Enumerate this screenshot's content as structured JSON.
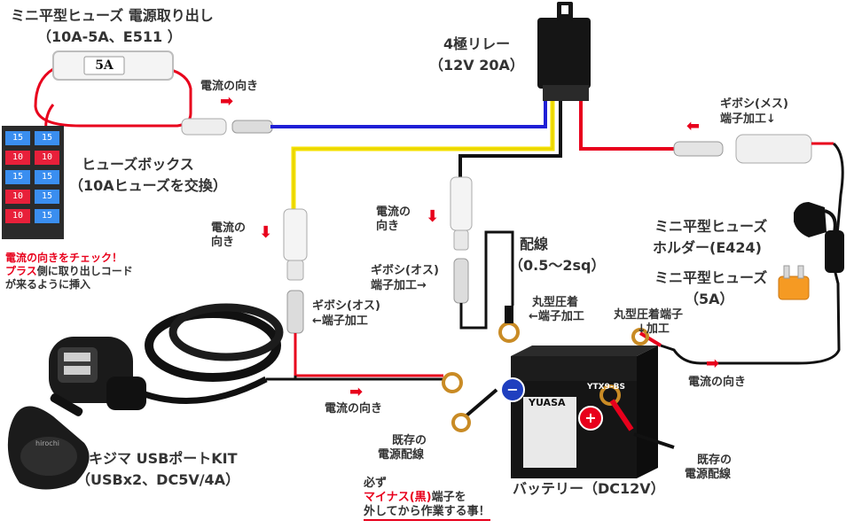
{
  "fuse_tap": {
    "title": "ミニ平型ヒューズ 電源取り出し",
    "spec": "（10A-5A、E511 ）",
    "fuse_label": "5A"
  },
  "relay": {
    "title": "4極リレー",
    "spec": "（12V 20A）"
  },
  "fuse_box": {
    "title": "ヒューズボックス",
    "spec": "（10Aヒューズを交換）",
    "slot_labels": [
      "15",
      "10",
      "15",
      "10",
      "10",
      "15",
      "10",
      "15",
      "15",
      "15"
    ]
  },
  "fuse_box_note": {
    "line1": "電流の向きをチェック！",
    "line2_em": "プラス",
    "line2_rest": "側に取り出しコード",
    "line3": "が来るように挿入"
  },
  "current_labels": {
    "top": "電流の向き",
    "left_1": "電流の",
    "left_2": "向き",
    "mid_1": "電流の",
    "mid_2": "向き",
    "bottom": "電流の向き",
    "right": "電流の向き"
  },
  "connectors": {
    "female_1": "ギボシ(メス)",
    "female_2": "端子加工↓",
    "male_left_1": "ギボシ(オス)",
    "male_left_2": "←端子加工",
    "male_mid_1": "ギボシ(オス)",
    "male_mid_2": "端子加工→"
  },
  "wiring": {
    "title": "配線",
    "spec": "（0.5～2sq）"
  },
  "ring_terminal_mid": {
    "line1": "丸型圧着",
    "line2": "←端子加工"
  },
  "ring_terminal_right": {
    "line1": "丸型圧着端子",
    "line2": "↓加工"
  },
  "fuse_holder": {
    "line1": "ミニ平型ヒューズ",
    "line2": "ホルダー(E424)"
  },
  "mini_fuse": {
    "line1": "ミニ平型ヒューズ",
    "line2": "（5A）"
  },
  "usb_kit": {
    "line1": "キジマ USBポートKIT",
    "line2": "（USBx2、DC5V/4A）",
    "brand": "hirochi"
  },
  "existing_wiring_left": {
    "line1": "既存の",
    "line2": "電源配線"
  },
  "existing_wiring_right": {
    "line1": "既存の",
    "line2": "電源配線"
  },
  "warning": {
    "line1": "必ず",
    "line2_em": "マイナス(黒)",
    "line2_rest": "端子を",
    "line3": "外してから作業する事！"
  },
  "battery": {
    "title": "バッテリー（DC12V）",
    "brand": "YUASA",
    "model": "YTX9-BS",
    "minus": "−",
    "plus": "+"
  },
  "colors": {
    "wire_red": "#e8001c",
    "wire_blue": "#1f1fd6",
    "wire_yellow": "#f5e100",
    "wire_black": "#111111",
    "accent_red": "#e8001c"
  }
}
